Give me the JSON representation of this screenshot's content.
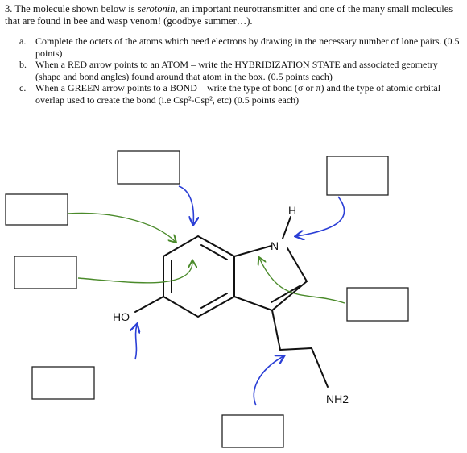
{
  "question": {
    "number": "3.",
    "intro_before": "The molecule shown below is ",
    "intro_italic": "serotonin",
    "intro_after": ", an important neurotransmitter and one of the many small molecules that are found in bee and wasp venom! (goodbye summer…).",
    "items": [
      {
        "label": "a.",
        "text": "Complete the octets of the atoms which need electrons by drawing in the necessary number of lone pairs. (0.5 points)"
      },
      {
        "label": "b.",
        "text": "When a RED arrow points to an ATOM – write the HYBRIDIZATION STATE and associated geometry (shape and bond angles) found around that atom in the box. (0.5 points each)"
      },
      {
        "label": "c.",
        "text": "When a GREEN arrow points to a BOND – write the type of bond (σ or π) and the type of atomic orbital overlap used to create the bond (i.e Csp²-Csp², etc) (0.5 points each)"
      }
    ]
  },
  "molecule": {
    "atom_labels": {
      "ho": "HO",
      "n": "N",
      "h": "H",
      "nh2": "NH2"
    }
  },
  "answer_boxes_count": 7,
  "colors": {
    "blue_arrow": "#2b3fd6",
    "green_arrow": "#4a8a2a",
    "ink": "#111111"
  }
}
